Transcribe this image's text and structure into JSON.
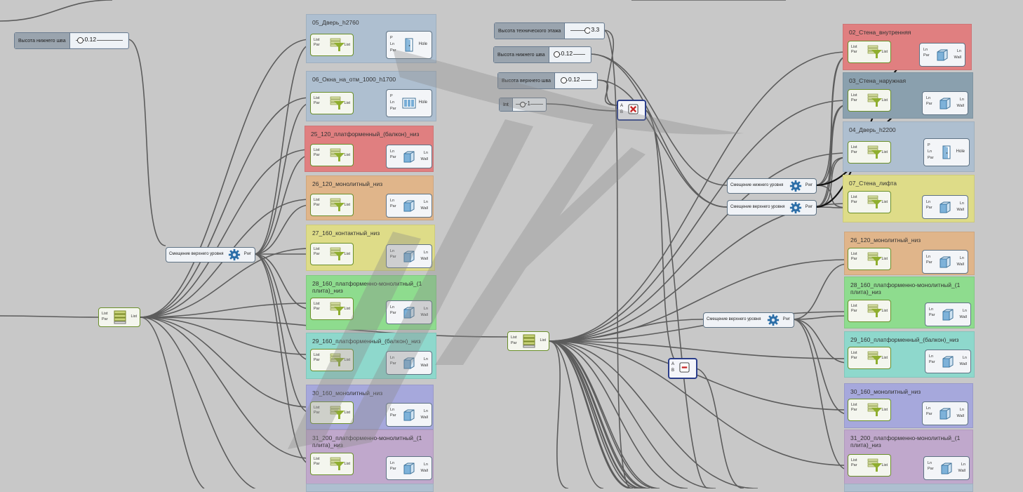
{
  "sliders": {
    "lower_step_left": {
      "label": "Высота нижнего шва",
      "value": "0.12"
    },
    "tech_floor": {
      "label": "Высота технического этажа",
      "value": "3.3"
    },
    "lower_step_mid": {
      "label": "Высота нижнего шва",
      "value": "0.12"
    },
    "upper_step": {
      "label": "Высота верхнего шва",
      "value": "0.12"
    }
  },
  "int_node": {
    "label": "Int",
    "value": "-1"
  },
  "offsets": {
    "upper_left": {
      "label": "Смещение верхнего уровня",
      "out": "Pwr"
    },
    "lower_right": {
      "label": "Смещение нижнего уровня",
      "out": "Pwr"
    },
    "upper_right_a": {
      "label": "Смещение верхнего уровня",
      "out": "Pwr"
    },
    "upper_right_b": {
      "label": "Смещение верхнего уровня",
      "out": "Pwr"
    }
  },
  "ports": {
    "list": "List",
    "par": "Par",
    "ln": "Ln",
    "wall": "Wall",
    "hole": "Hole",
    "p": "P",
    "a": "A",
    "b": "B"
  },
  "groups_left": [
    {
      "title": "05_Дверь_h2760",
      "color": "#aebfd0",
      "kind": "hole"
    },
    {
      "title": "06_Окна_на_отм_1000_h1700",
      "color": "#aebfd0",
      "kind": "hole"
    },
    {
      "title": "25_120_платформенный_(балкон)_низ",
      "color": "#e07f80",
      "kind": "wall"
    },
    {
      "title": "26_120_монолитный_низ",
      "color": "#e0b58a",
      "kind": "wall"
    },
    {
      "title": "27_160_контактный_низ",
      "color": "#dedc88",
      "kind": "wall"
    },
    {
      "title": "28_160_платформенно-монолитный_(1\nплита)_низ",
      "color": "#8edc8e",
      "kind": "wall"
    },
    {
      "title": "29_160_платформенный_(балкон)_низ",
      "color": "#8ed8cc",
      "kind": "wall"
    },
    {
      "title": "30_160_монолитный_низ",
      "color": "#a6a8dc",
      "kind": "wall"
    },
    {
      "title": "31_200_платформенно-монолитный_(1\nплита)_низ",
      "color": "#c0a8cc",
      "kind": "wall"
    }
  ],
  "groups_right": [
    {
      "title": "02_Стена_внутренняя",
      "color": "#e07f80",
      "kind": "wall"
    },
    {
      "title": "03_Стена_наружная",
      "color": "#8aa0ae",
      "kind": "wall"
    },
    {
      "title": "04_Дверь_h2200",
      "color": "#aebfd0",
      "kind": "hole"
    },
    {
      "title": "07_Стена_лифта",
      "color": "#dedc88",
      "kind": "wall"
    },
    {
      "title": "26_120_монолитный_низ",
      "color": "#e0b58a",
      "kind": "wall"
    },
    {
      "title": "28_160_платформенно-монолитный_(1\nплита)_низ",
      "color": "#8edc8e",
      "kind": "wall"
    },
    {
      "title": "29_160_платформенный_(балкон)_низ",
      "color": "#8ed8cc",
      "kind": "wall"
    },
    {
      "title": "30_160_монолитный_низ",
      "color": "#a6a8dc",
      "kind": "wall"
    },
    {
      "title": "31_200_платформенно-монолитный_(1\nплита)_низ",
      "color": "#c0a8cc",
      "kind": "wall"
    }
  ],
  "colors": {
    "canvas": "#c8c8c8",
    "wire": "#5c5c5c",
    "wire_selected": "#111111",
    "filter_icon": "#8fae2f",
    "wall_icon": "#3d8ac4",
    "op_node": "#2a3d8a",
    "multiply_icon": "#c62828"
  }
}
